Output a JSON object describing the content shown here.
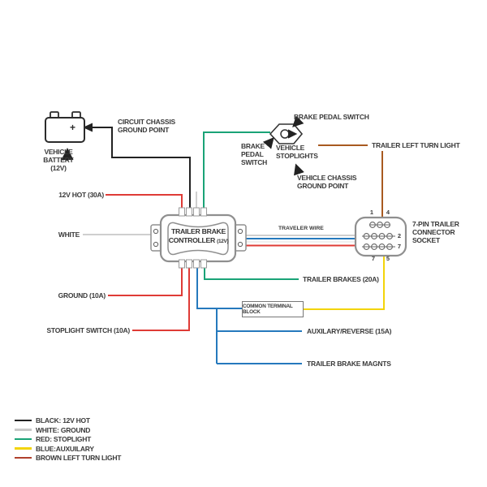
{
  "colors": {
    "red": "#df3b36",
    "green": "#1aa377",
    "blue": "#2579bd",
    "yellow": "#f3d40a",
    "brown": "#a85a20",
    "black": "#222222",
    "gray_wire": "#c8c8c8",
    "legend_brown": "#b0402c",
    "text": "#3a3a3a"
  },
  "battery": {
    "label_lines": [
      "VEHICLE",
      "BATTERY",
      "(12V)"
    ],
    "plus": "+"
  },
  "ground_point": {
    "lines": [
      "CIRCUIT CHASSIS",
      "GROUND POINT"
    ]
  },
  "left_labels": {
    "hot": "12V HOT (30A)",
    "white": "WHITE",
    "ground": "GROUND (10A)",
    "stoplight": "STOPLIGHT SWITCH (10A)"
  },
  "controller": {
    "line1": "TRAILER BRAKE",
    "line2": "CONTROLLER",
    "suffix": "(12V)"
  },
  "pedal": {
    "top_label": "BRAKE PEDAL SWITCH",
    "left_lines": [
      "BRAKE",
      "PEDAL",
      "SWITCH"
    ]
  },
  "stoplights": {
    "lines": [
      "VEHICLE",
      "STOPLIGHTS"
    ]
  },
  "chassis_ground": {
    "lines": [
      "VEHICLE CHASSIS",
      "GROUND POINT"
    ]
  },
  "traveler": "TRAVELER WIRE",
  "terminal_block": "COMMON TERMINAL BLOCK",
  "right_labels": {
    "turn": "TRAILER LEFT TURN LIGHT",
    "brakes": "TRAILER BRAKES (20A)",
    "aux": "AUXILARY/REVERSE (15A)",
    "magnets": "TRAILER BRAKE MAGNTS"
  },
  "socket": {
    "title_lines": [
      "7-PIN TRAILER",
      "CONNECTOR",
      "SOCKET"
    ],
    "pins": {
      "top_left": "1",
      "top_right": "4",
      "mid_right": "2",
      "bot_right": "7",
      "below_left": "7",
      "below_right": "5"
    }
  },
  "legend": [
    {
      "label": "BLACK: 12V HOT"
    },
    {
      "label": "WHITE: GROUND"
    },
    {
      "label": "RED: STOPLIGHT"
    },
    {
      "label": "BLUE:AUXUILARY"
    },
    {
      "label": "BROWN LEFT TURN LIGHT"
    }
  ]
}
